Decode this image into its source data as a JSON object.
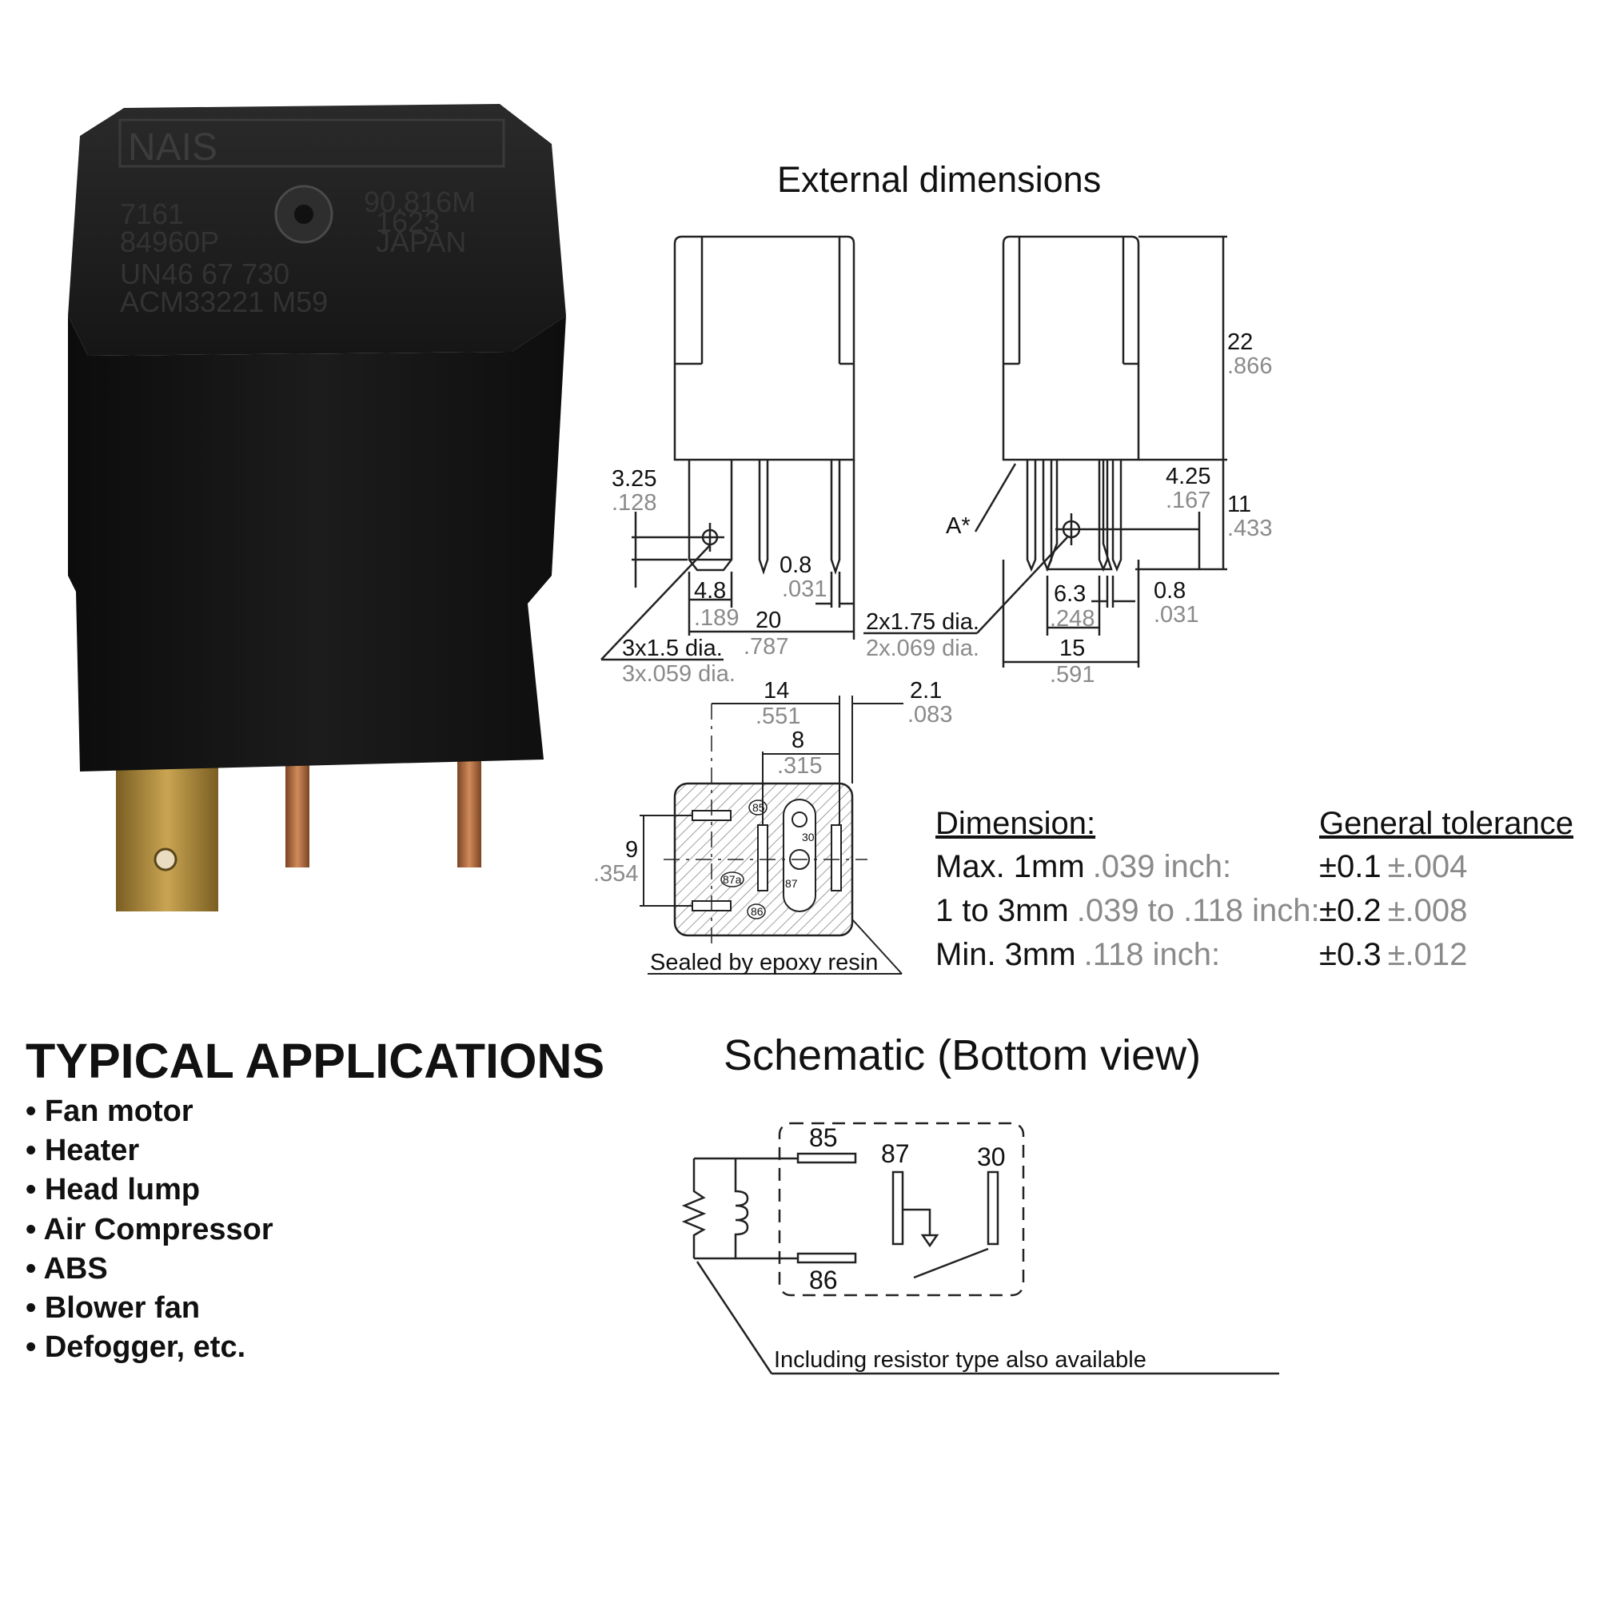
{
  "colors": {
    "relay_body": "#141414",
    "terminal_brass": "#b08d3c",
    "terminal_copper": "#b5703f",
    "line": "#222222",
    "gray_text": "#8a8a8a"
  },
  "photo": {
    "markings": [
      "NAIS",
      "7161",
      "90.816M",
      "84960P",
      "1623",
      "JAPAN",
      "UN46 67 730",
      "ACM33221 M59"
    ]
  },
  "external_dimensions": {
    "title": "External dimensions",
    "front": {
      "d_3_25": "3.25",
      "d_3_25_in": ".128",
      "d_4_8": "4.8",
      "d_4_8_in": ".189",
      "d_0_8": "0.8",
      "d_0_8_in": ".031",
      "d_20": "20",
      "d_20_in": ".787",
      "hole": "3x1.5 dia.",
      "hole_in": "3x.059 dia."
    },
    "side": {
      "d_22": "22",
      "d_22_in": ".866",
      "d_4_25": "4.25",
      "d_4_25_in": ".167",
      "d_11": "11",
      "d_11_in": ".433",
      "a_mark": "A*",
      "d_6_3": "6.3",
      "d_6_3_in": ".248",
      "d_0_8": "0.8",
      "d_0_8_in": ".031",
      "hole": "2x1.75 dia.",
      "hole_in": "2x.069 dia.",
      "d_15": "15",
      "d_15_in": ".591"
    },
    "bottom": {
      "d_14": "14",
      "d_14_in": ".551",
      "d_2_1": "2.1",
      "d_2_1_in": ".083",
      "d_8": "8",
      "d_8_in": ".315",
      "d_9": "9",
      "d_9_in": ".354",
      "pins": [
        "85",
        "30",
        "87",
        "87a",
        "86"
      ],
      "note": "Sealed by epoxy resin"
    }
  },
  "tolerance": {
    "header_left": "Dimension:",
    "header_right": "General tolerance",
    "rows": [
      {
        "label": "Max. 1mm",
        "label_in": ".039 inch:",
        "tol": "±0.1",
        "tol_in": "±.004"
      },
      {
        "label": "1 to 3mm",
        "label_in": ".039 to .118 inch:",
        "tol": "±0.2",
        "tol_in": "±.008"
      },
      {
        "label": "Min. 3mm",
        "label_in": ".118 inch:",
        "tol": "±0.3",
        "tol_in": "±.012"
      }
    ]
  },
  "applications": {
    "title": "TYPICAL APPLICATIONS",
    "items": [
      "• Fan motor",
      "• Heater",
      "• Head lump",
      "• Air Compressor",
      "• ABS",
      "• Blower fan",
      "• Defogger, etc."
    ]
  },
  "schematic": {
    "title": "Schematic (Bottom view)",
    "pins": {
      "p85": "85",
      "p86": "86",
      "p87": "87",
      "p30": "30"
    },
    "note": "Including resistor type also available"
  }
}
